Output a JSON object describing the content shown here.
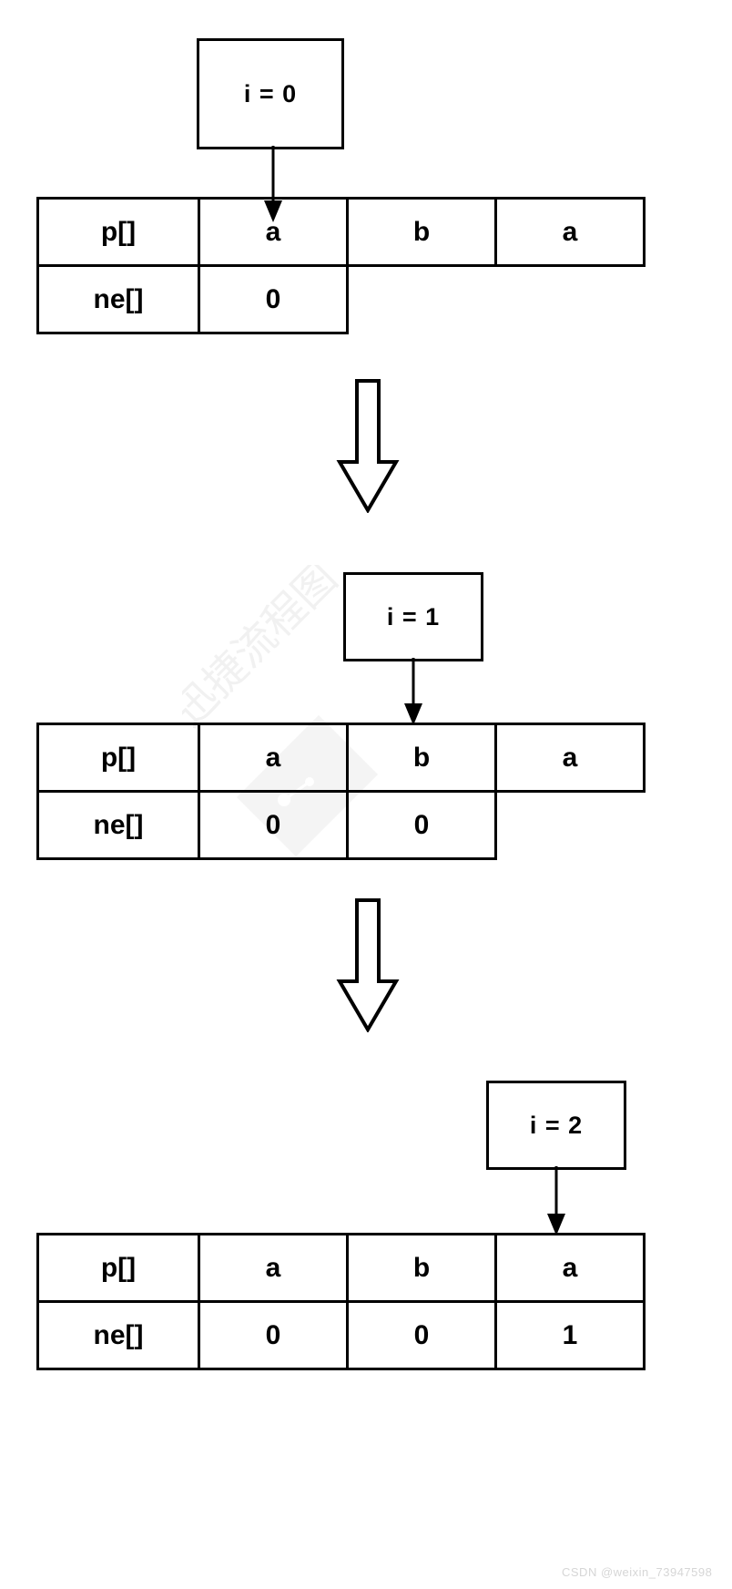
{
  "page": {
    "title": "KMP ne[] array construction steps",
    "background": "#ffffff",
    "stroke_color": "#000000",
    "watermark_text": "CSDN @weixin_73947598",
    "watermark_color": "#d6d6d6",
    "diagonal_watermark_text": "迅捷流程图"
  },
  "steps": [
    {
      "index_label": "i = 0",
      "rows": [
        {
          "header": "p[]",
          "cells": [
            "a",
            "b",
            "a"
          ]
        },
        {
          "header": "ne[]",
          "cells": [
            "0",
            "",
            ""
          ]
        }
      ],
      "pointer_column": 1
    },
    {
      "index_label": "i = 1",
      "rows": [
        {
          "header": "p[]",
          "cells": [
            "a",
            "b",
            "a"
          ]
        },
        {
          "header": "ne[]",
          "cells": [
            "0",
            "0",
            ""
          ]
        }
      ],
      "pointer_column": 2
    },
    {
      "index_label": "i = 2",
      "rows": [
        {
          "header": "p[]",
          "cells": [
            "a",
            "b",
            "a"
          ]
        },
        {
          "header": "ne[]",
          "cells": [
            "0",
            "0",
            "1"
          ]
        }
      ],
      "pointer_column": 3
    }
  ],
  "transitions": [
    {
      "name": "step-1-to-2"
    },
    {
      "name": "step-2-to-3"
    }
  ]
}
